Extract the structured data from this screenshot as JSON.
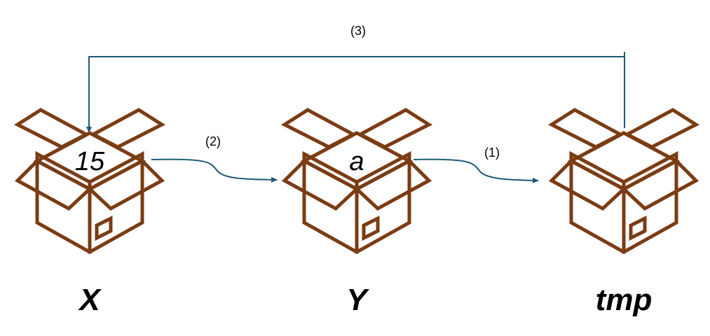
{
  "colors": {
    "box": "#7b3c14",
    "arrow": "#1e5a78",
    "text": "#000000"
  },
  "boxes": [
    {
      "value": "15",
      "name": "X"
    },
    {
      "value": "a",
      "name": "Y"
    },
    {
      "value": "",
      "name": "tmp"
    }
  ],
  "steps": {
    "one": "(1)",
    "two": "(2)",
    "three": "(3)"
  }
}
